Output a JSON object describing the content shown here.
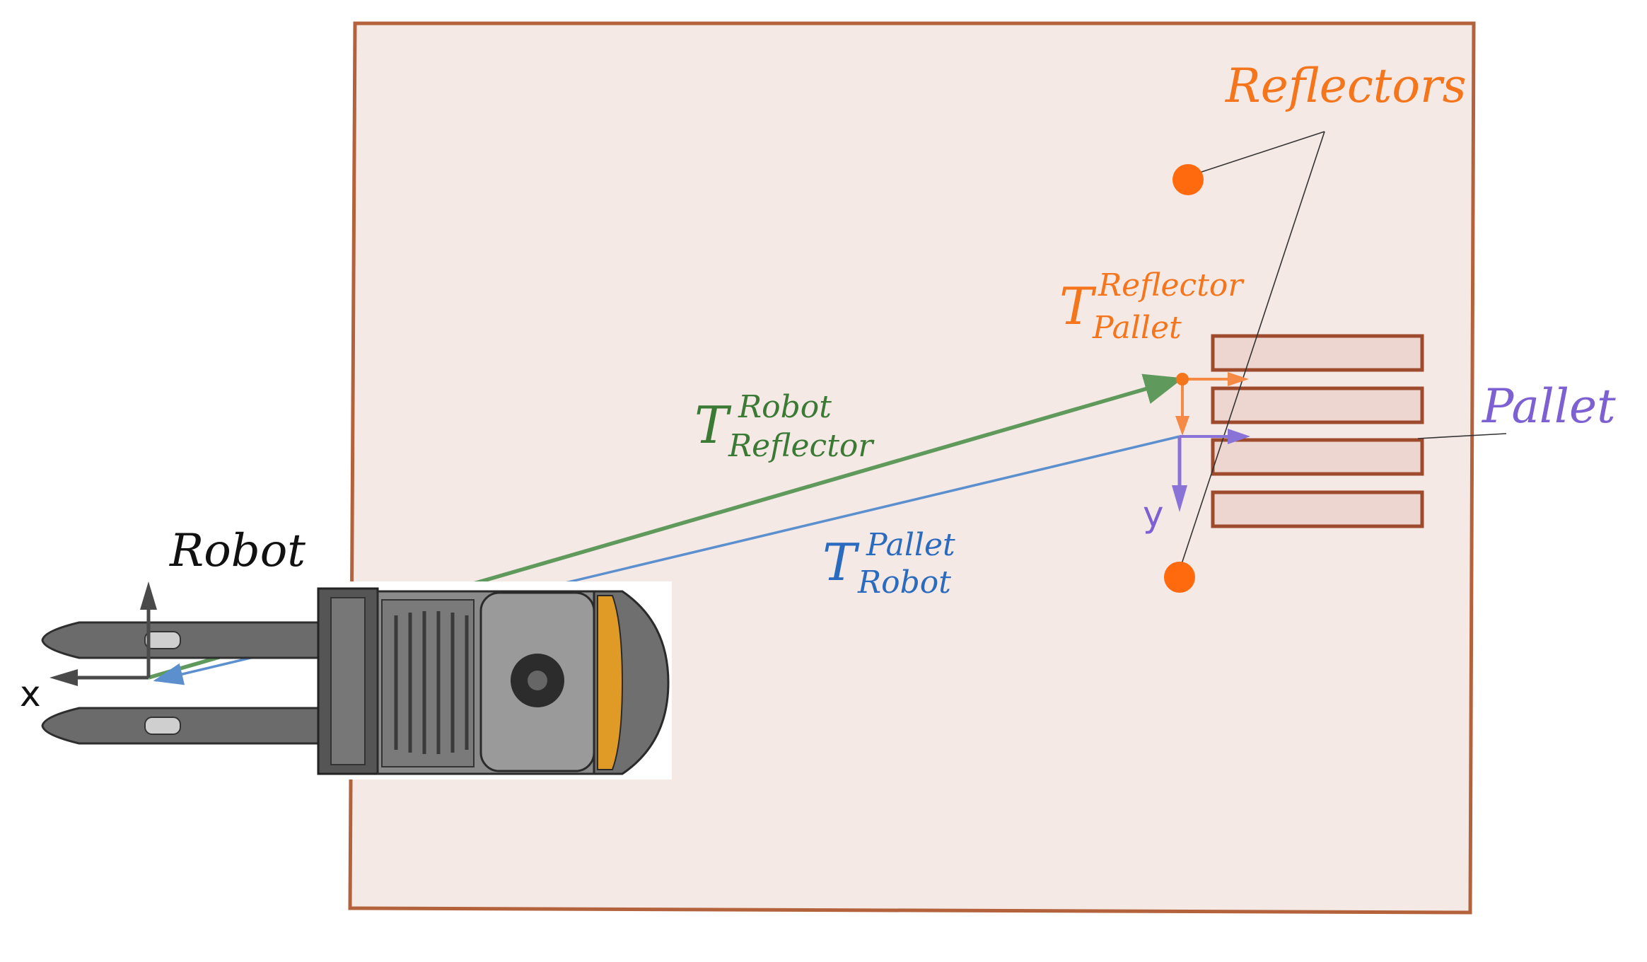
{
  "colors": {
    "field_fill": "#f4e9e5",
    "field_stroke": "#b3623b",
    "pallet_fill": "#edd6cf",
    "pallet_stroke": "#9e4a2d",
    "reflector": "#ff6a0e",
    "reflector_label": "#f4751c",
    "frame_orange": "#f58a47",
    "frame_purple": "#8a73d6",
    "pallet_label": "#7d60d1",
    "green": "#5f9a5c",
    "green_text": "#3b7a35",
    "blue": "#5b8fce",
    "blue_text": "#2b6bbf",
    "robot_axis": "#4a4a4a",
    "black": "#111111"
  },
  "labels": {
    "reflectors": "Reflectors",
    "pallet": "Pallet",
    "robot": "Robot",
    "axis_x": "x",
    "axis_y": "y",
    "t_pallet_reflector": {
      "base": "T",
      "sup": "Reflector",
      "sub": "Pallet"
    },
    "t_reflector_robot": {
      "base": "T",
      "sup": "Robot",
      "sub": "Reflector"
    },
    "t_robot_pallet": {
      "base": "T",
      "sup": "Pallet",
      "sub": "Robot"
    }
  },
  "icons": {
    "reflector": "filled-circle",
    "forklift": "forklift-top-view"
  }
}
